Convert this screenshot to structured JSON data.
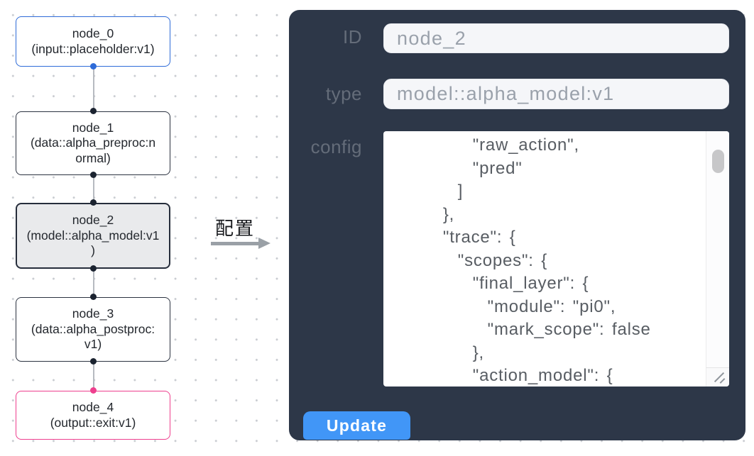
{
  "flow": {
    "nodes": [
      {
        "id": "node_0",
        "label": "node_0\n(input::placeholder:v1)"
      },
      {
        "id": "node_1",
        "label": "node_1\n(data::alpha_preproc:n\normal)"
      },
      {
        "id": "node_2",
        "label": "node_2\n(model::alpha_model:v1\n)"
      },
      {
        "id": "node_3",
        "label": "node_3\n(data::alpha_postproc:\nv1)"
      },
      {
        "id": "node_4",
        "label": "node_4\n(output::exit:v1)"
      }
    ],
    "transition_label": "配置"
  },
  "panel": {
    "id_field": {
      "label": "ID",
      "value": "node_2"
    },
    "type_field": {
      "label": "type",
      "value": "model::alpha_model:v1"
    },
    "config_field": {
      "label": "config",
      "value": "        \"raw_action\",\n        \"pred\"\n      ]\n    },\n    \"trace\": {\n      \"scopes\": {\n        \"final_layer\": {\n          \"module\": \"pi0\",\n          \"mark_scope\": false\n        },\n        \"action_model\": {"
    },
    "update_button": "Update"
  },
  "colors": {
    "panel_bg": "#2d3748",
    "primary_button_bg": "#4196f7",
    "input_node_accent": "#2e6bd8",
    "output_node_accent": "#ee3f8e",
    "selected_node_bg": "#e9eaec"
  }
}
